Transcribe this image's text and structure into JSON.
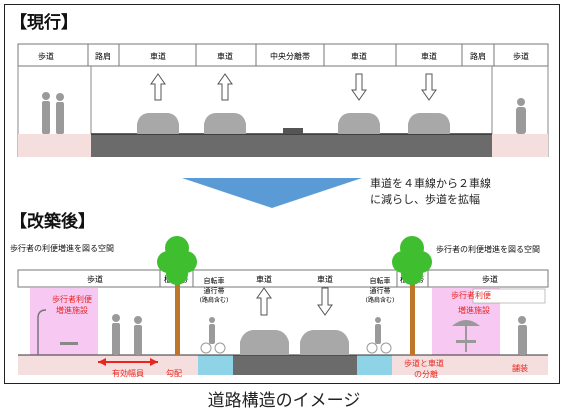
{
  "current": {
    "title": "【現行】",
    "labels": [
      "歩道",
      "路肩",
      "車道",
      "車道",
      "中央分離帯",
      "車道",
      "車道",
      "路肩",
      "歩道"
    ]
  },
  "note": {
    "line1": "車道を４車線から２車線",
    "line2": "に減らし、歩道を拡幅"
  },
  "after": {
    "title": "【改築後】",
    "ped_space_left": "歩行者の利便増進を図る空間",
    "ped_space_right": "歩行者の利便増進を図る空間",
    "sidewalk_left": "歩道",
    "sidewalk_right": "歩道",
    "tree_band_left": "植樹帯",
    "tree_band_right": "植樹帯",
    "bike_left_1": "自転車",
    "bike_left_2": "通行帯",
    "bike_left_3": "(路肩含む)",
    "bike_right_1": "自転車",
    "bike_right_2": "通行帯",
    "bike_right_3": "(路肩含む)",
    "lane_left": "車道",
    "lane_right": "車道",
    "facility_left_1": "歩行者利便",
    "facility_left_2": "増進施設",
    "facility_right_1": "歩行者利便",
    "facility_right_2": "増進施設",
    "effective_width": "有効幅員",
    "slope": "勾配",
    "separation_1": "歩道と車道",
    "separation_2": "の分離",
    "paving": "舗装"
  },
  "caption": "道路構造のイメージ",
  "colors": {
    "pink_area": "#f7c8f2",
    "red_text": "#e8261f",
    "arrow_blue": "#5b9bd5",
    "asphalt": "#6b6b6b",
    "bike_lane": "#8fd3e6",
    "tree_green": "#3fbf2f",
    "tree_trunk": "#c0762a"
  }
}
